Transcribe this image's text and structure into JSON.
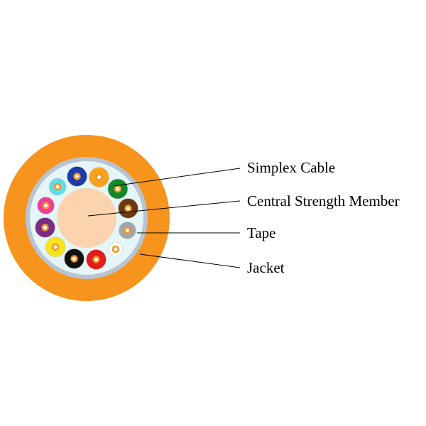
{
  "labels": {
    "simplex_cable": "Simplex Cable",
    "central_strength_member": "Central Strength Member",
    "tape": "Tape",
    "jacket": "Jacket"
  },
  "colors": {
    "jacket": "#f7941d",
    "tape_ring": "#b8c4d2",
    "inner_fill": "#e4f6f8",
    "strength_member": "#fbd3ae",
    "fiber_core_ring": "#f7941d",
    "fiber_core_center": "#ffffff",
    "leader_line": "#000000"
  },
  "fibers": [
    {
      "name": "blue",
      "color": "#1c3aa9"
    },
    {
      "name": "orange",
      "color": "#f9a21e"
    },
    {
      "name": "green",
      "color": "#0e8a2a"
    },
    {
      "name": "brown",
      "color": "#6b3a12"
    },
    {
      "name": "slate",
      "color": "#9ea6ae"
    },
    {
      "name": "white",
      "color": "#ffffff"
    },
    {
      "name": "red",
      "color": "#e21c1c"
    },
    {
      "name": "black",
      "color": "#111111"
    },
    {
      "name": "yellow",
      "color": "#f6e51c"
    },
    {
      "name": "violet",
      "color": "#7a2c86"
    },
    {
      "name": "rose",
      "color": "#f23b9a"
    },
    {
      "name": "aqua",
      "color": "#61dbe9"
    }
  ]
}
